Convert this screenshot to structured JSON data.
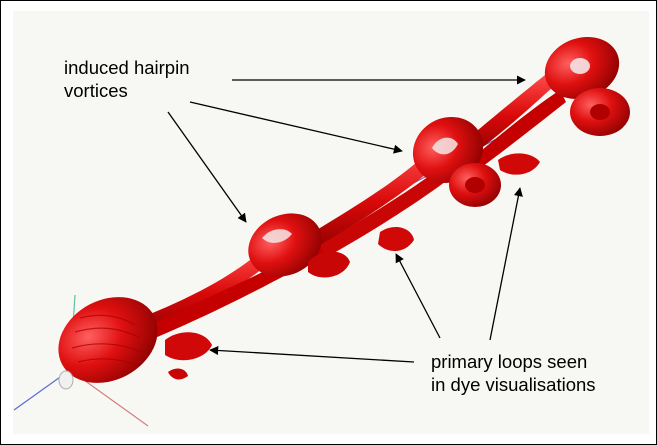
{
  "annotations": {
    "hairpin_label": "induced hairpin\nvortices",
    "primary_label": "primary loops seen\nin dye visualisations"
  },
  "colors": {
    "vortex_red": "#e01010",
    "vortex_dark": "#9a0000",
    "vortex_highlight": "#ff5a5a",
    "background": "#f7f8f4",
    "frame": "#000000",
    "axis_x": "#d08080",
    "axis_y": "#60c0a0",
    "axis_z": "#5a6ad0"
  },
  "icons": [
    "vortex-isosurface",
    "axis-triad",
    "annotation-arrow"
  ]
}
